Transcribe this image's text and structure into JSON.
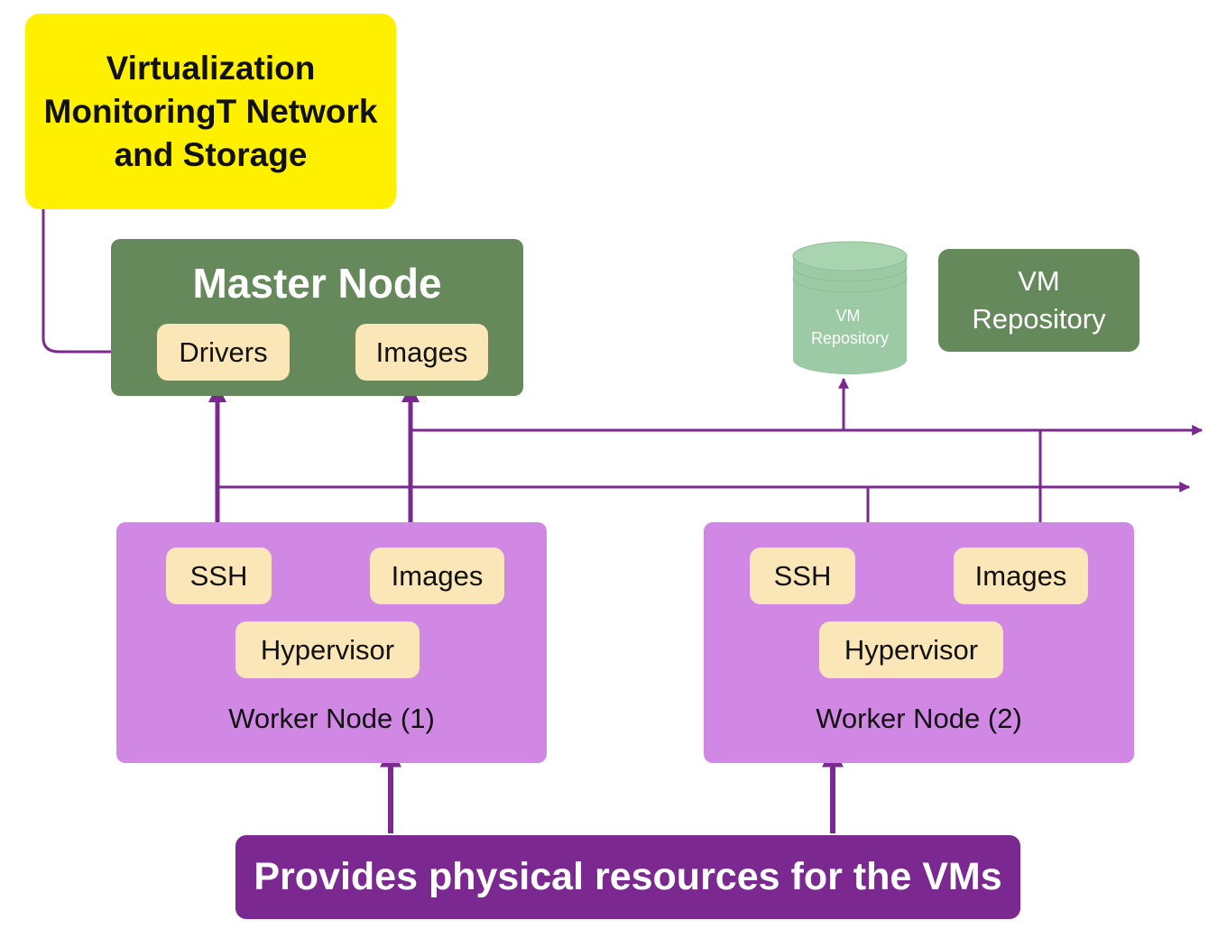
{
  "top_note": {
    "lines": [
      "Virtualization",
      "MonitoringT Network",
      "and Storage"
    ]
  },
  "master_node": {
    "title": "Master Node",
    "drivers_label": "Drivers",
    "images_label": "Images"
  },
  "repository_cylinder": {
    "lines": [
      "VM",
      "Repository"
    ]
  },
  "vm_repository_box": {
    "lines": [
      "VM",
      "Repository"
    ]
  },
  "worker_nodes": [
    {
      "label": "Worker Node (1)",
      "ssh_label": "SSH",
      "images_label": "Images",
      "hypervisor_label": "Hypervisor"
    },
    {
      "label": "Worker Node (2)",
      "ssh_label": "SSH",
      "images_label": "Images",
      "hypervisor_label": "Hypervisor"
    }
  ],
  "bottom_banner": {
    "text": "Provides physical resources for the VMs"
  },
  "colors": {
    "note_yellow": "#fff000",
    "master_green": "#66895c",
    "cylinder_green": "#9ccaa4",
    "worker_purple": "#d088e4",
    "pill_cream": "#fbe6b8",
    "connector_purple": "#7b2891",
    "banner_purple": "#7b2891"
  }
}
